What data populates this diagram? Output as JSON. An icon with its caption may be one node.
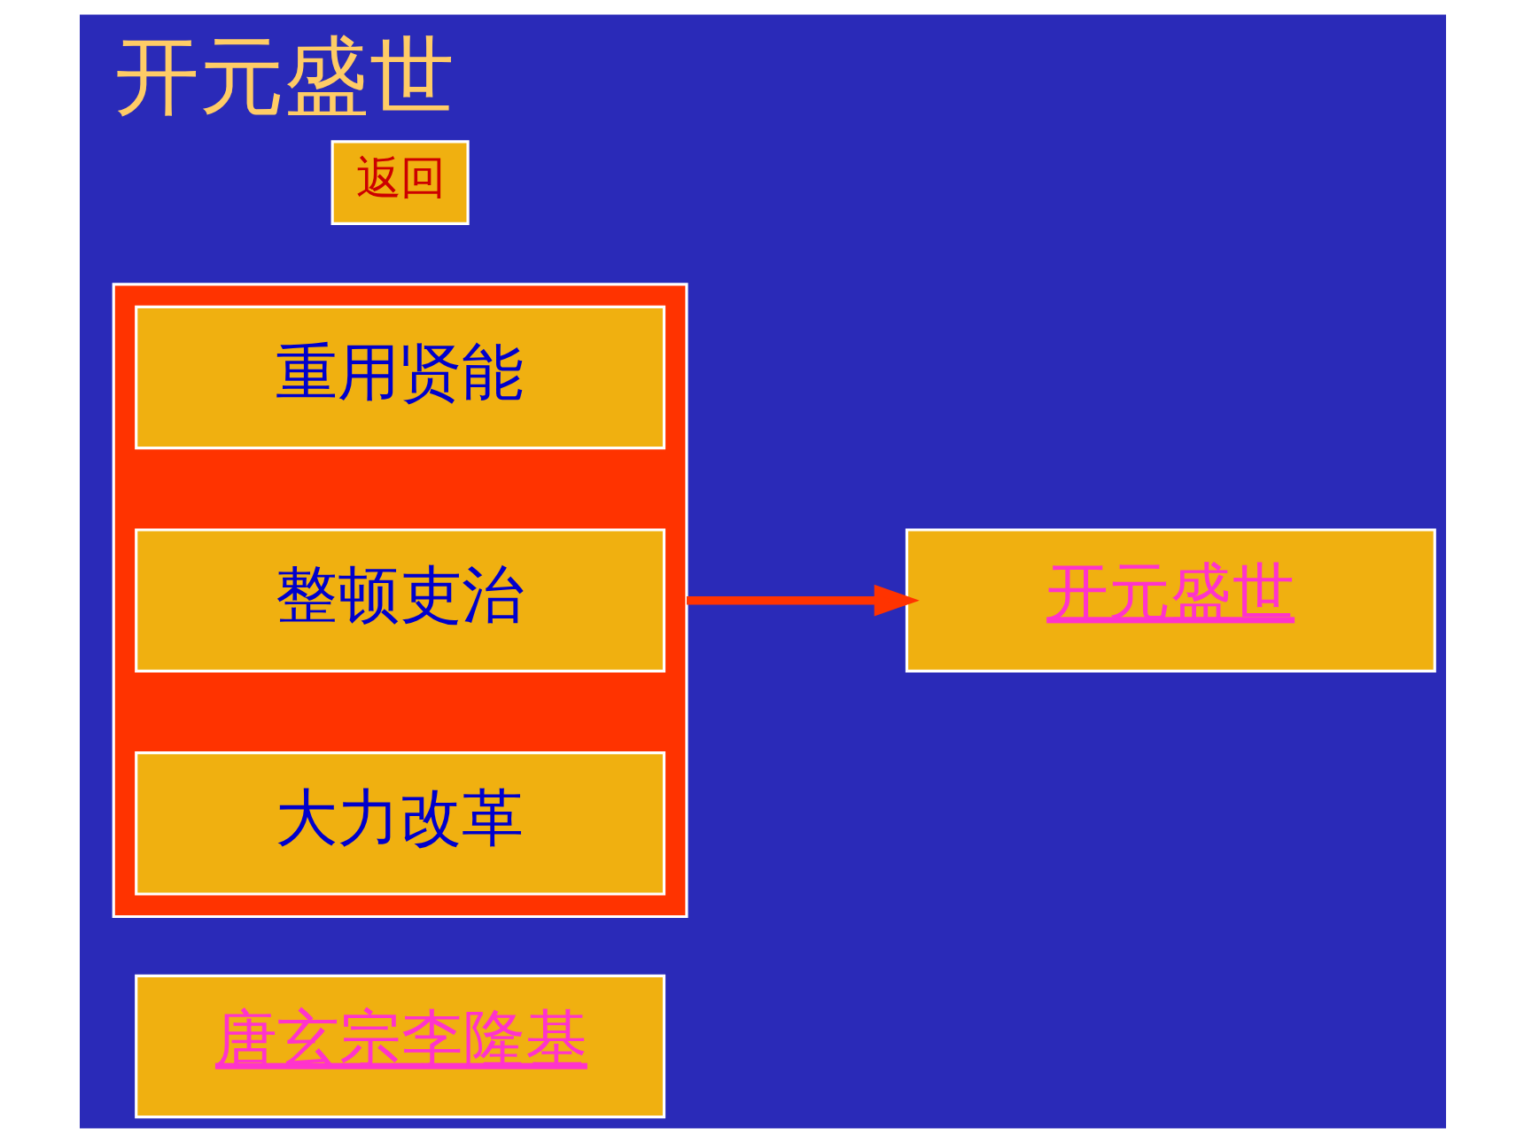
{
  "diagram": {
    "title": "开元盛世",
    "nodes": [
      {
        "text": [
          "唐玄宗李隆基"
        ]
      },
      {
        "text": [],
        "shape": "box"
      },
      {
        "text": [
          "重用贤能"
        ],
        "in": 1
      },
      {
        "text": [
          "整顿吏治"
        ],
        "in": 1
      },
      {
        "text": [
          "大力改革"
        ],
        "in": 1
      },
      {
        "text": [
          "开元盛世"
        ]
      }
    ],
    "edges": [
      {
        "from": 1,
        "to": 5,
        "arrow": "to",
        "color": "#ff3300"
      }
    ],
    "labels": [
      "返回"
    ]
  }
}
